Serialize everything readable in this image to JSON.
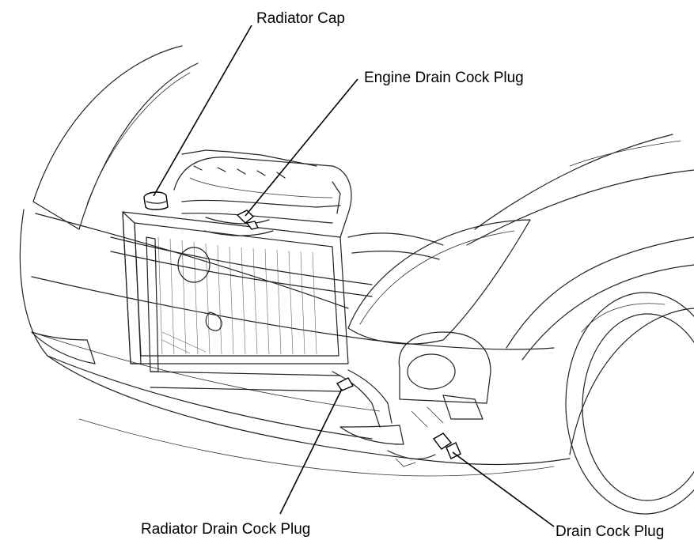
{
  "labels": {
    "radiator_cap": "Radiator Cap",
    "engine_drain_cock_plug": "Engine Drain Cock Plug",
    "radiator_drain_cock_plug": "Radiator Drain Cock Plug",
    "drain_cock_plug": "Drain Cock Plug"
  }
}
